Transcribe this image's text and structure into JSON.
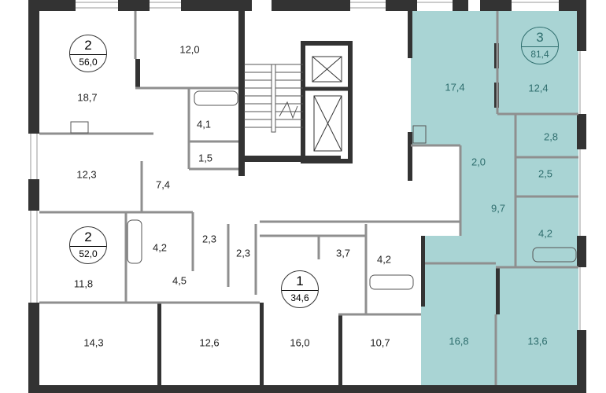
{
  "colors": {
    "highlight": "#a9d4d4",
    "highlight_text": "#2f6e6e",
    "wall": "#333333",
    "partition": "#9a9a9a"
  },
  "apartments": [
    {
      "rooms_count": "2",
      "area": "56,0"
    },
    {
      "rooms_count": "3",
      "area": "81,4"
    },
    {
      "rooms_count": "2",
      "area": "52,0"
    },
    {
      "rooms_count": "1",
      "area": "34,6"
    }
  ],
  "rooms": {
    "a1": [
      "18,7",
      "12,0",
      "12,3",
      "7,4",
      "4,1",
      "1,5"
    ],
    "a2": [
      "17,4",
      "12,4",
      "2,8",
      "2,0",
      "2,5",
      "9,7",
      "4,2",
      "16,8",
      "13,6"
    ],
    "a3": [
      "11,8",
      "4,2",
      "2,3",
      "2,3",
      "4,5",
      "14,3",
      "12,6"
    ],
    "a4": [
      "16,0",
      "10,7",
      "3,7",
      "4,2"
    ]
  }
}
